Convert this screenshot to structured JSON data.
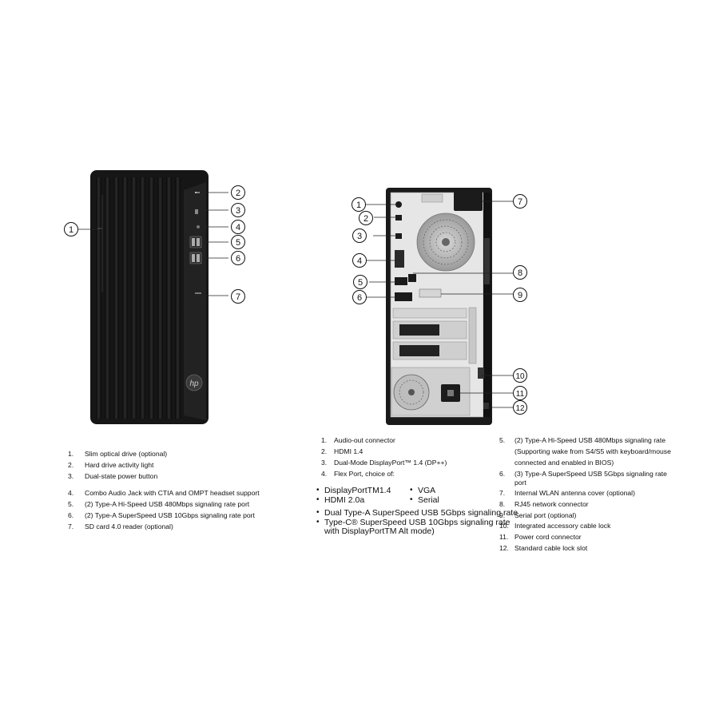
{
  "callout_numbers": {
    "front": [
      "1",
      "2",
      "3",
      "4",
      "5",
      "6",
      "7"
    ],
    "rear": [
      "1",
      "2",
      "3",
      "4",
      "5",
      "6",
      "7",
      "8",
      "9",
      "10",
      "11",
      "12"
    ]
  },
  "brand_badge": "hp",
  "front_list": [
    {
      "n": "1.",
      "t": "Slim optical drive (optional)"
    },
    {
      "n": "2.",
      "t": "Hard drive activity light"
    },
    {
      "n": "3.",
      "t": "Dual-state power button"
    },
    {
      "n": "4.",
      "t": "Combo Audio Jack with CTIA and OMPT headset support"
    },
    {
      "n": "5.",
      "t": "(2) Type-A Hi-Speed USB 480Mbps signaling rate port"
    },
    {
      "n": "6.",
      "t": "(2) Type-A SuperSpeed USB 10Gbps signaling rate port"
    },
    {
      "n": "7.",
      "t": "SD card 4.0 reader (optional)"
    }
  ],
  "rear_list_left": [
    {
      "n": "1.",
      "t": "Audio-out connector"
    },
    {
      "n": "2.",
      "t": "HDMI 1.4"
    },
    {
      "n": "3.",
      "t": "Dual-Mode DisplayPort™ 1.4 (DP++)"
    },
    {
      "n": "4.",
      "t": "Flex Port, choice of:"
    }
  ],
  "flex_options": [
    {
      "a": "DisplayPortTM1.4",
      "b": "VGA"
    },
    {
      "a": "HDMI 2.0a",
      "b": "Serial"
    }
  ],
  "extra_ports": [
    "Dual Type-A SuperSpeed USB 5Gbps signaling rate",
    "Type-C® SuperSpeed USB 10Gbps signaling rate",
    "with DisplayPortTM Alt mode)"
  ],
  "rear_list_right": [
    {
      "n": "5.",
      "t": "(2) Type-A Hi-Speed USB 480Mbps signaling rate"
    },
    {
      "n": "",
      "t": "(Supporting wake from S4/S5 with keyboard/mouse"
    },
    {
      "n": "",
      "t": "connected and enabled in BIOS)"
    },
    {
      "n": "6.",
      "t": "(3) Type-A SuperSpeed USB 5Gbps signaling rate"
    },
    {
      "n": "",
      "t": "port"
    },
    {
      "n": "7.",
      "t": "Internal WLAN antenna cover (optional)"
    },
    {
      "n": "8.",
      "t": "RJ45 network connector"
    },
    {
      "n": "9.",
      "t": "Serial port (optional)"
    },
    {
      "n": "10.",
      "t": "Integrated accessory cable lock"
    },
    {
      "n": "11.",
      "t": "Power cord connector"
    },
    {
      "n": "12.",
      "t": "Standard cable lock slot"
    }
  ]
}
